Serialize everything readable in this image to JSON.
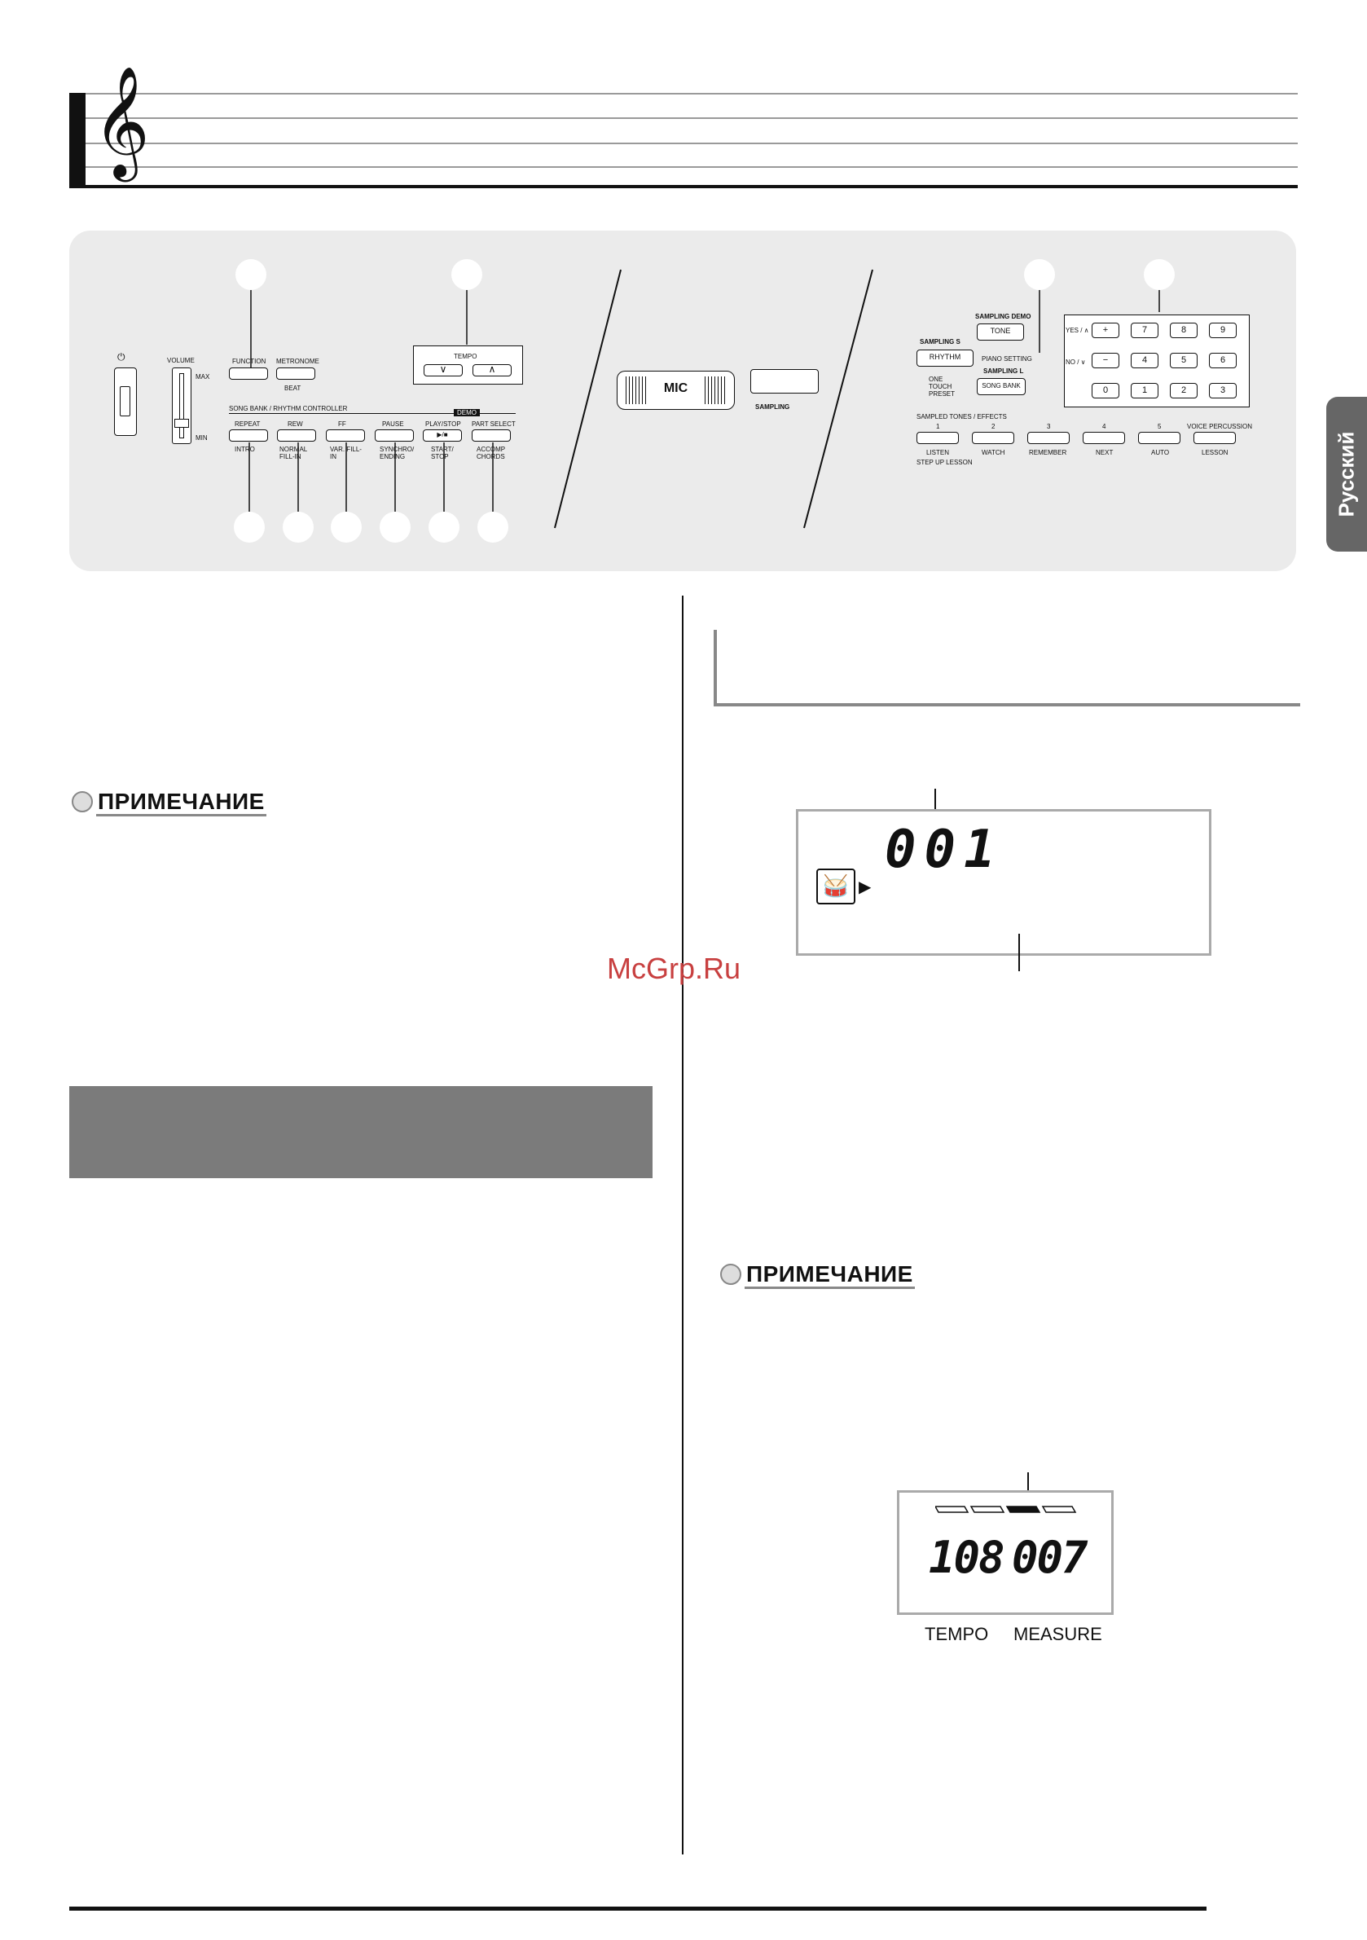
{
  "side_tab": {
    "language": "Русский"
  },
  "watermark": "McGrp.Ru",
  "notes": {
    "left_heading": "ПРИМЕЧАНИЕ",
    "right_heading": "ПРИМЕЧАНИЕ"
  },
  "panel": {
    "volume": {
      "label": "VOLUME",
      "max": "MAX",
      "min": "MIN"
    },
    "function": "FUNCTION",
    "metronome": "METRONOME",
    "beat": "BEAT",
    "tempo": "TEMPO",
    "song_bank_controller": "SONG BANK / RHYTHM CONTROLLER",
    "demo": "DEMO",
    "controller_buttons": [
      {
        "top": "REPEAT",
        "bottom": "INTRO"
      },
      {
        "top": "REW",
        "bottom": "NORMAL FILL-IN"
      },
      {
        "top": "FF",
        "bottom": "VAR. FILL-IN"
      },
      {
        "top": "PAUSE",
        "bottom": "SYNCHRO/ ENDING"
      },
      {
        "top": "PLAY/STOP",
        "bottom": "START/ STOP"
      },
      {
        "top": "PART SELECT",
        "bottom": "ACCOMP CHORDS"
      }
    ],
    "mic": "MIC",
    "sampling": "SAMPLING",
    "sampling_demo": "SAMPLING DEMO",
    "tone": "TONE",
    "sampling_s": "SAMPLING S",
    "rhythm": "RHYTHM",
    "piano_setting": "PIANO SETTING",
    "one_touch_preset": "ONE TOUCH PRESET",
    "sampling_l": "SAMPLING L",
    "song_bank": "SONG BANK",
    "yes": "YES / ∧",
    "no": "NO / ∨",
    "keypad": [
      [
        "+",
        "7",
        "8",
        "9"
      ],
      [
        "−",
        "4",
        "5",
        "6"
      ],
      [
        "0",
        "1",
        "2",
        "3"
      ]
    ],
    "sampled_tones_effects": "SAMPLED TONES / EFFECTS",
    "sampled_numbers": [
      "1",
      "2",
      "3",
      "4",
      "5",
      "VOICE PERCUSSION"
    ],
    "lesson_labels": [
      "LISTEN",
      "WATCH",
      "REMEMBER",
      "NEXT",
      "AUTO",
      "LESSON"
    ],
    "step_up_lesson": "STEP UP LESSON"
  },
  "lcd1": {
    "number": "001"
  },
  "lcd2": {
    "tempo_value": "108",
    "measure_value": "007",
    "tempo_label": "TEMPO",
    "measure_label": "MEASURE"
  }
}
